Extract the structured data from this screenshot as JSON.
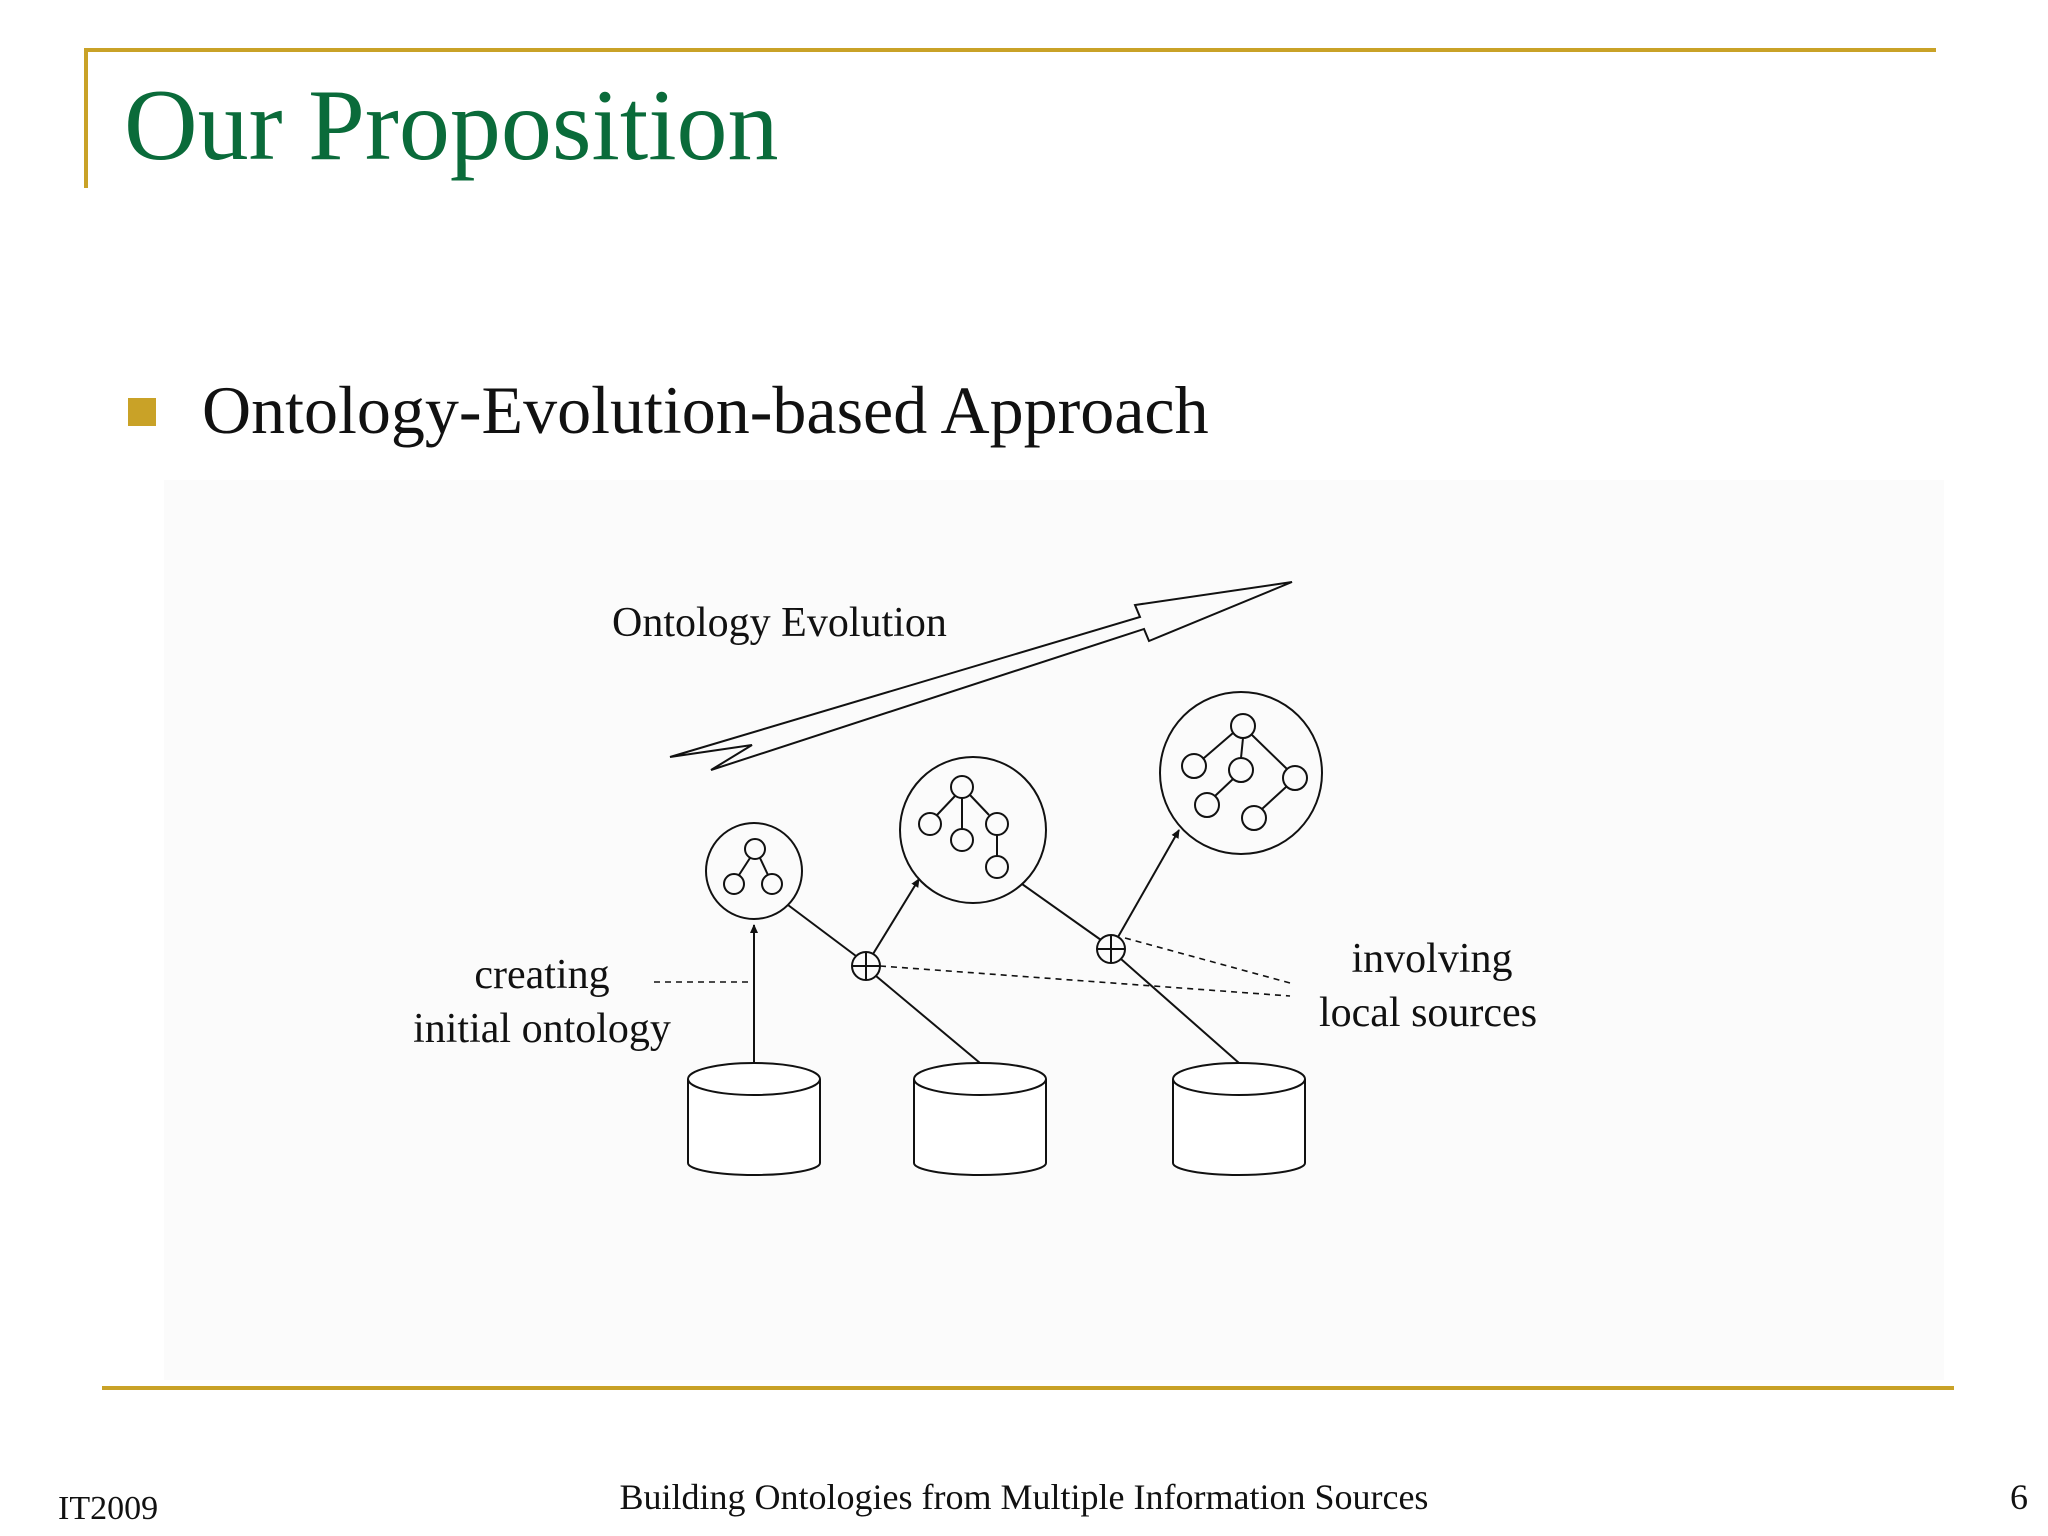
{
  "slide": {
    "title": "Our Proposition",
    "bullet": "Ontology-Evolution-based Approach"
  },
  "diagram": {
    "evolution_label": "Ontology Evolution",
    "creating_label_line1": "creating",
    "creating_label_line2": "initial ontology",
    "involving_label_line1": "involving",
    "involving_label_line2": "local sources"
  },
  "footer": {
    "left": "IT2009",
    "center": "Building Ontologies from Multiple Information Sources",
    "page_number": "6"
  },
  "colors": {
    "accent_gold": "#c9a227",
    "title_green": "#0a6b3a"
  }
}
